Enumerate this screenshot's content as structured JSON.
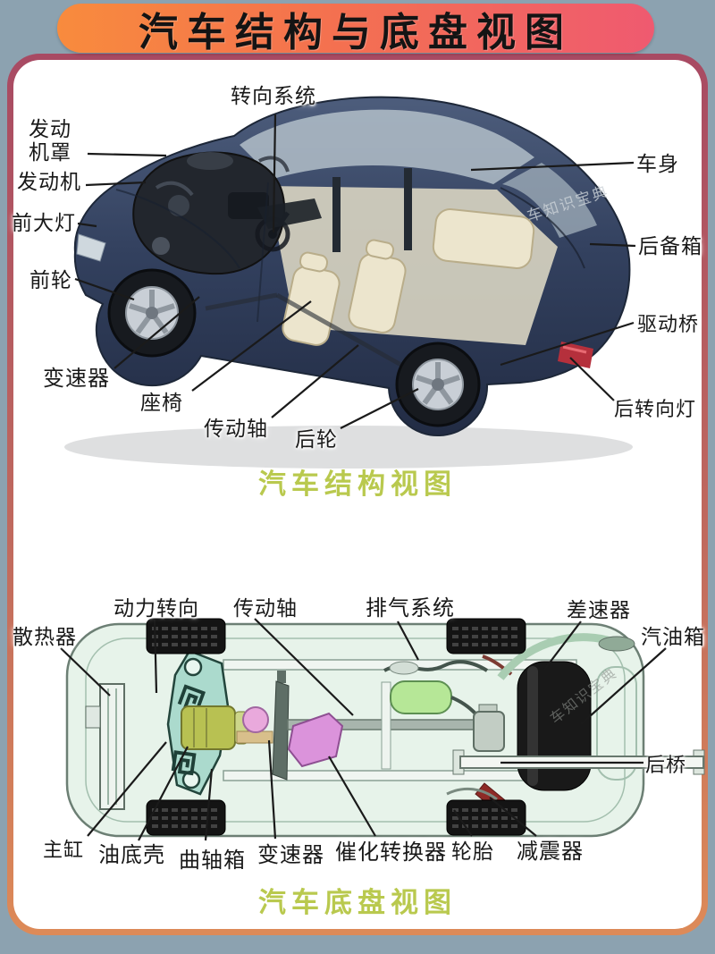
{
  "title": {
    "text": "汽车结构与底盘视图"
  },
  "watermark": {
    "text": "车知识宝典"
  },
  "colors": {
    "page_background": "#8ca2b0",
    "banner_gradient_left": "#f88b3d",
    "banner_gradient_right": "#ef5a70",
    "frame_top": "#a84a63",
    "frame_bottom": "#dd8a58",
    "caption_green": "#b9c94e",
    "label_text": "#191919"
  },
  "structure_view": {
    "caption": "汽车结构视图",
    "labels": {
      "steering_system": "转向系统",
      "engine_hood": "发动\n机罩",
      "engine": "发动机",
      "headlight": "前大灯",
      "front_wheel": "前轮",
      "body": "车身",
      "trunk": "后备箱",
      "drive_axle": "驱动桥",
      "rear_turn_signal": "后转向灯",
      "transmission": "变速器",
      "seat": "座椅",
      "drive_shaft": "传动轴",
      "rear_wheel": "后轮"
    }
  },
  "chassis_view": {
    "caption": "汽车底盘视图",
    "labels": {
      "radiator": "散热器",
      "power_steering": "动力转向",
      "drive_shaft": "传动轴",
      "exhaust_system": "排气系统",
      "differential": "差速器",
      "fuel_tank": "汽油箱",
      "rear_axle": "后桥",
      "master_cylinder": "主缸",
      "oil_pan": "油底壳",
      "crankcase": "曲轴箱",
      "transmission": "变速器",
      "catalytic_converter": "催化转换器",
      "tire": "轮胎",
      "shock_absorber": "减震器"
    }
  }
}
